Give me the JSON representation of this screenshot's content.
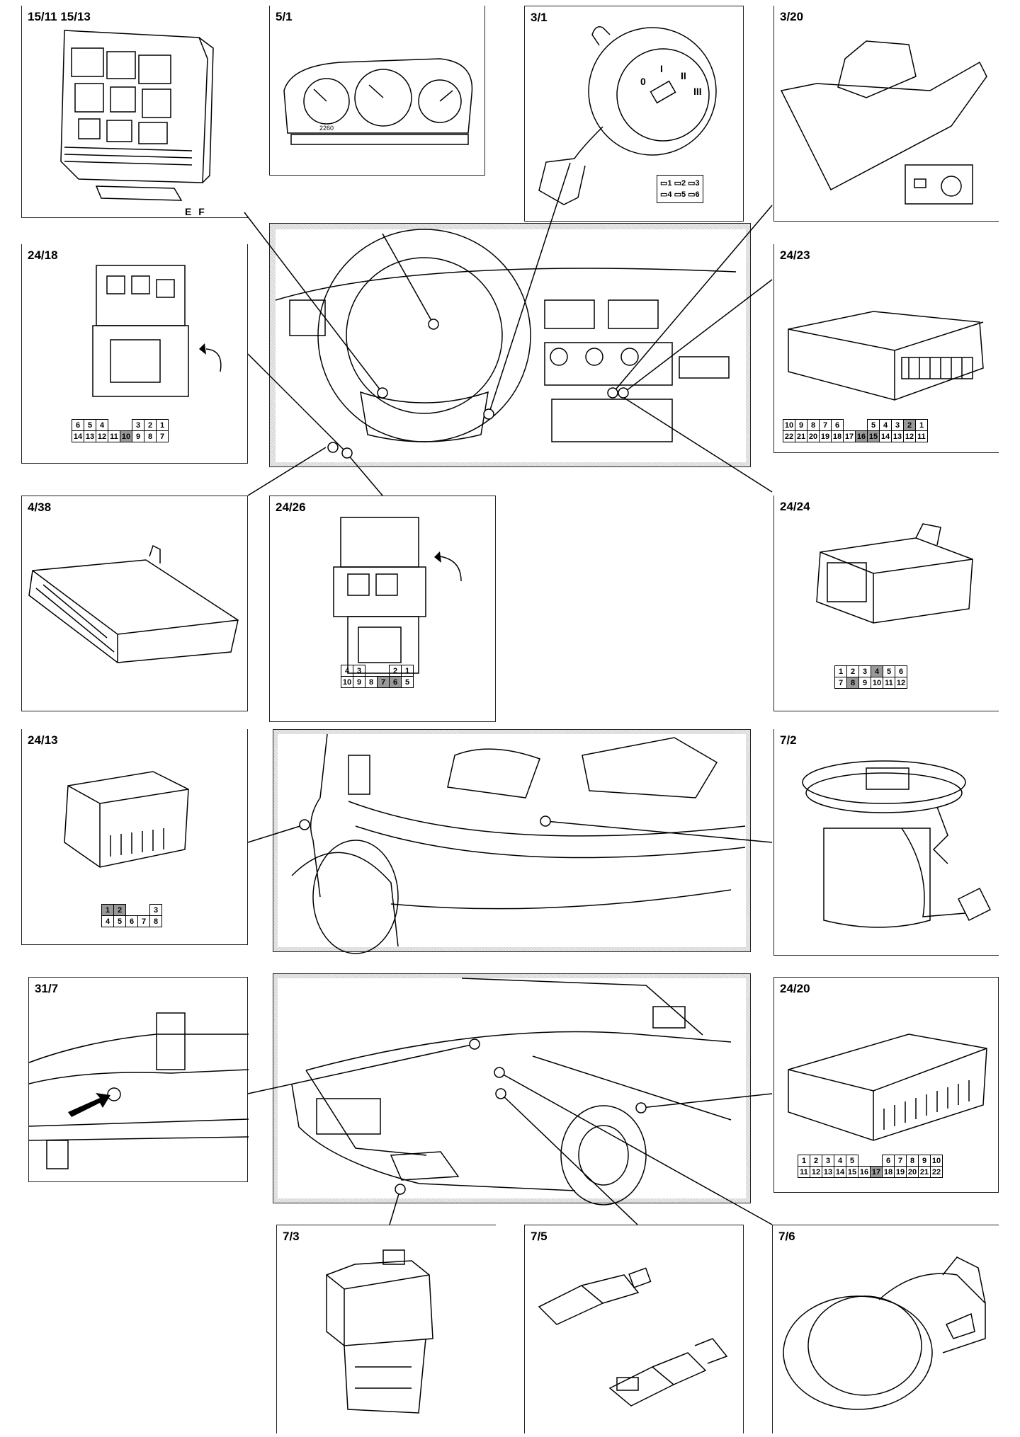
{
  "panels": {
    "p15": {
      "label": "15/11 15/13",
      "ef": "E F"
    },
    "p5_1": {
      "label": "5/1"
    },
    "p3_1": {
      "label": "3/1",
      "switch_positions": [
        "0",
        "I",
        "II",
        "III"
      ],
      "pins_row1": "▭1 ▭2 ▭3",
      "pins_row2": "▭4 ▭5 ▭6"
    },
    "p3_20": {
      "label": "3/20"
    },
    "p24_18": {
      "label": "24/18"
    },
    "p24_23": {
      "label": "24/23"
    },
    "p4_38": {
      "label": "4/38"
    },
    "p24_26": {
      "label": "24/26"
    },
    "p24_24": {
      "label": "24/24"
    },
    "p24_13": {
      "label": "24/13"
    },
    "p7_2": {
      "label": "7/2"
    },
    "p31_7": {
      "label": "31/7"
    },
    "p24_20": {
      "label": "24/20"
    },
    "p7_3": {
      "label": "7/3"
    },
    "p7_5": {
      "label": "7/5"
    },
    "p7_6": {
      "label": "7/6"
    }
  },
  "connectors": {
    "c24_18": {
      "row1": [
        "6",
        "5",
        "4",
        "",
        "",
        "3",
        "2",
        "1"
      ],
      "row2": [
        "14",
        "13",
        "12",
        "11",
        "10",
        "9",
        "8",
        "7"
      ],
      "shaded": [
        "10"
      ]
    },
    "c24_23": {
      "row1": [
        "10",
        "9",
        "8",
        "7",
        "6",
        "",
        "",
        "5",
        "4",
        "3",
        "2",
        "1"
      ],
      "row2": [
        "22",
        "21",
        "20",
        "19",
        "18",
        "17",
        "16",
        "15",
        "14",
        "13",
        "12",
        "11"
      ],
      "shaded": [
        "2",
        "16",
        "15"
      ]
    },
    "c24_26": {
      "row1": [
        "4",
        "3",
        "",
        "",
        "2",
        "1"
      ],
      "row2": [
        "10",
        "9",
        "8",
        "7",
        "6",
        "5"
      ],
      "shaded": [
        "7",
        "6"
      ]
    },
    "c24_24": {
      "row1": [
        "1",
        "2",
        "3",
        "4",
        "5",
        "6"
      ],
      "row2": [
        "7",
        "8",
        "9",
        "10",
        "11",
        "12"
      ],
      "shaded": [
        "4",
        "8"
      ]
    },
    "c24_13": {
      "row1": [
        "1",
        "2",
        "",
        "",
        "3"
      ],
      "row2": [
        "4",
        "5",
        "6",
        "7",
        "8"
      ],
      "shaded": [
        "1",
        "2"
      ]
    },
    "c24_20": {
      "row1": [
        "1",
        "2",
        "3",
        "4",
        "5",
        "",
        "",
        "6",
        "7",
        "8",
        "9",
        "10"
      ],
      "row2": [
        "11",
        "12",
        "13",
        "14",
        "15",
        "16",
        "17",
        "18",
        "19",
        "20",
        "21",
        "22"
      ],
      "shaded": [
        "17"
      ]
    }
  },
  "cluster": {
    "odometer": "2260"
  },
  "colors": {
    "line": "#000000",
    "shade": "#999999",
    "hatch": "#e9e9e9"
  }
}
